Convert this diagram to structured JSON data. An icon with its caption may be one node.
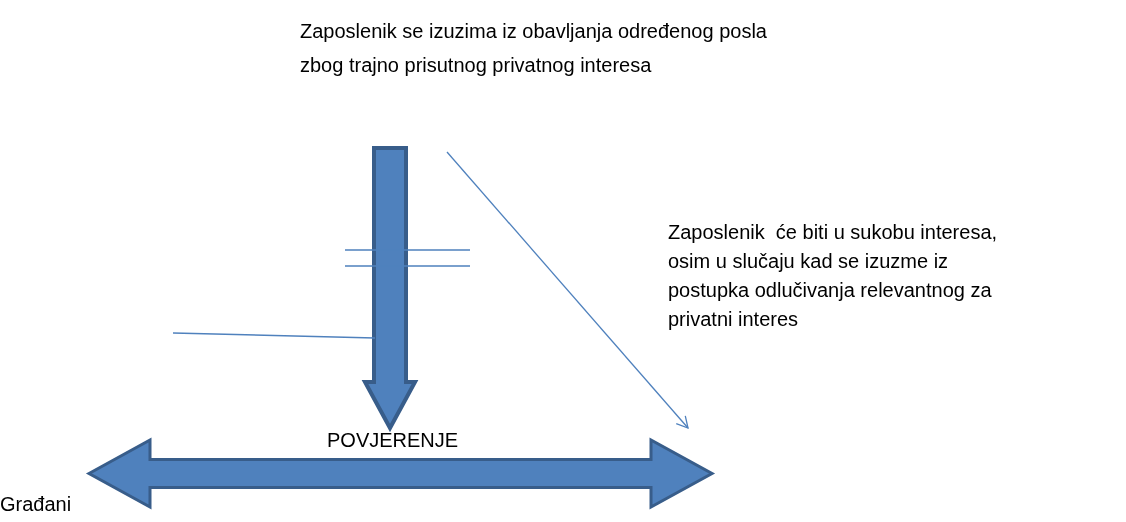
{
  "diagram": {
    "nodes": [
      {
        "text": [
          "Zaposlenik se izuzima iz obavljanja određenog posla zbog trajno prisutnog privatnog interesa"
        ]
      },
      {
        "text": [
          "POVJERENJE"
        ]
      }
    ],
    "edges": [
      {
        "from": 0,
        "to": 1,
        "arrow": "to",
        "style": "thick"
      },
      {
        "from": null,
        "to": 1,
        "arrow": "to"
      }
    ],
    "labels": [
      "Zaposlenik  će biti u sukobu interesa, osim u slučaju kad se izuzme iz postupka odlučivanja relevantnog za privatni interes",
      "Građani"
    ]
  }
}
